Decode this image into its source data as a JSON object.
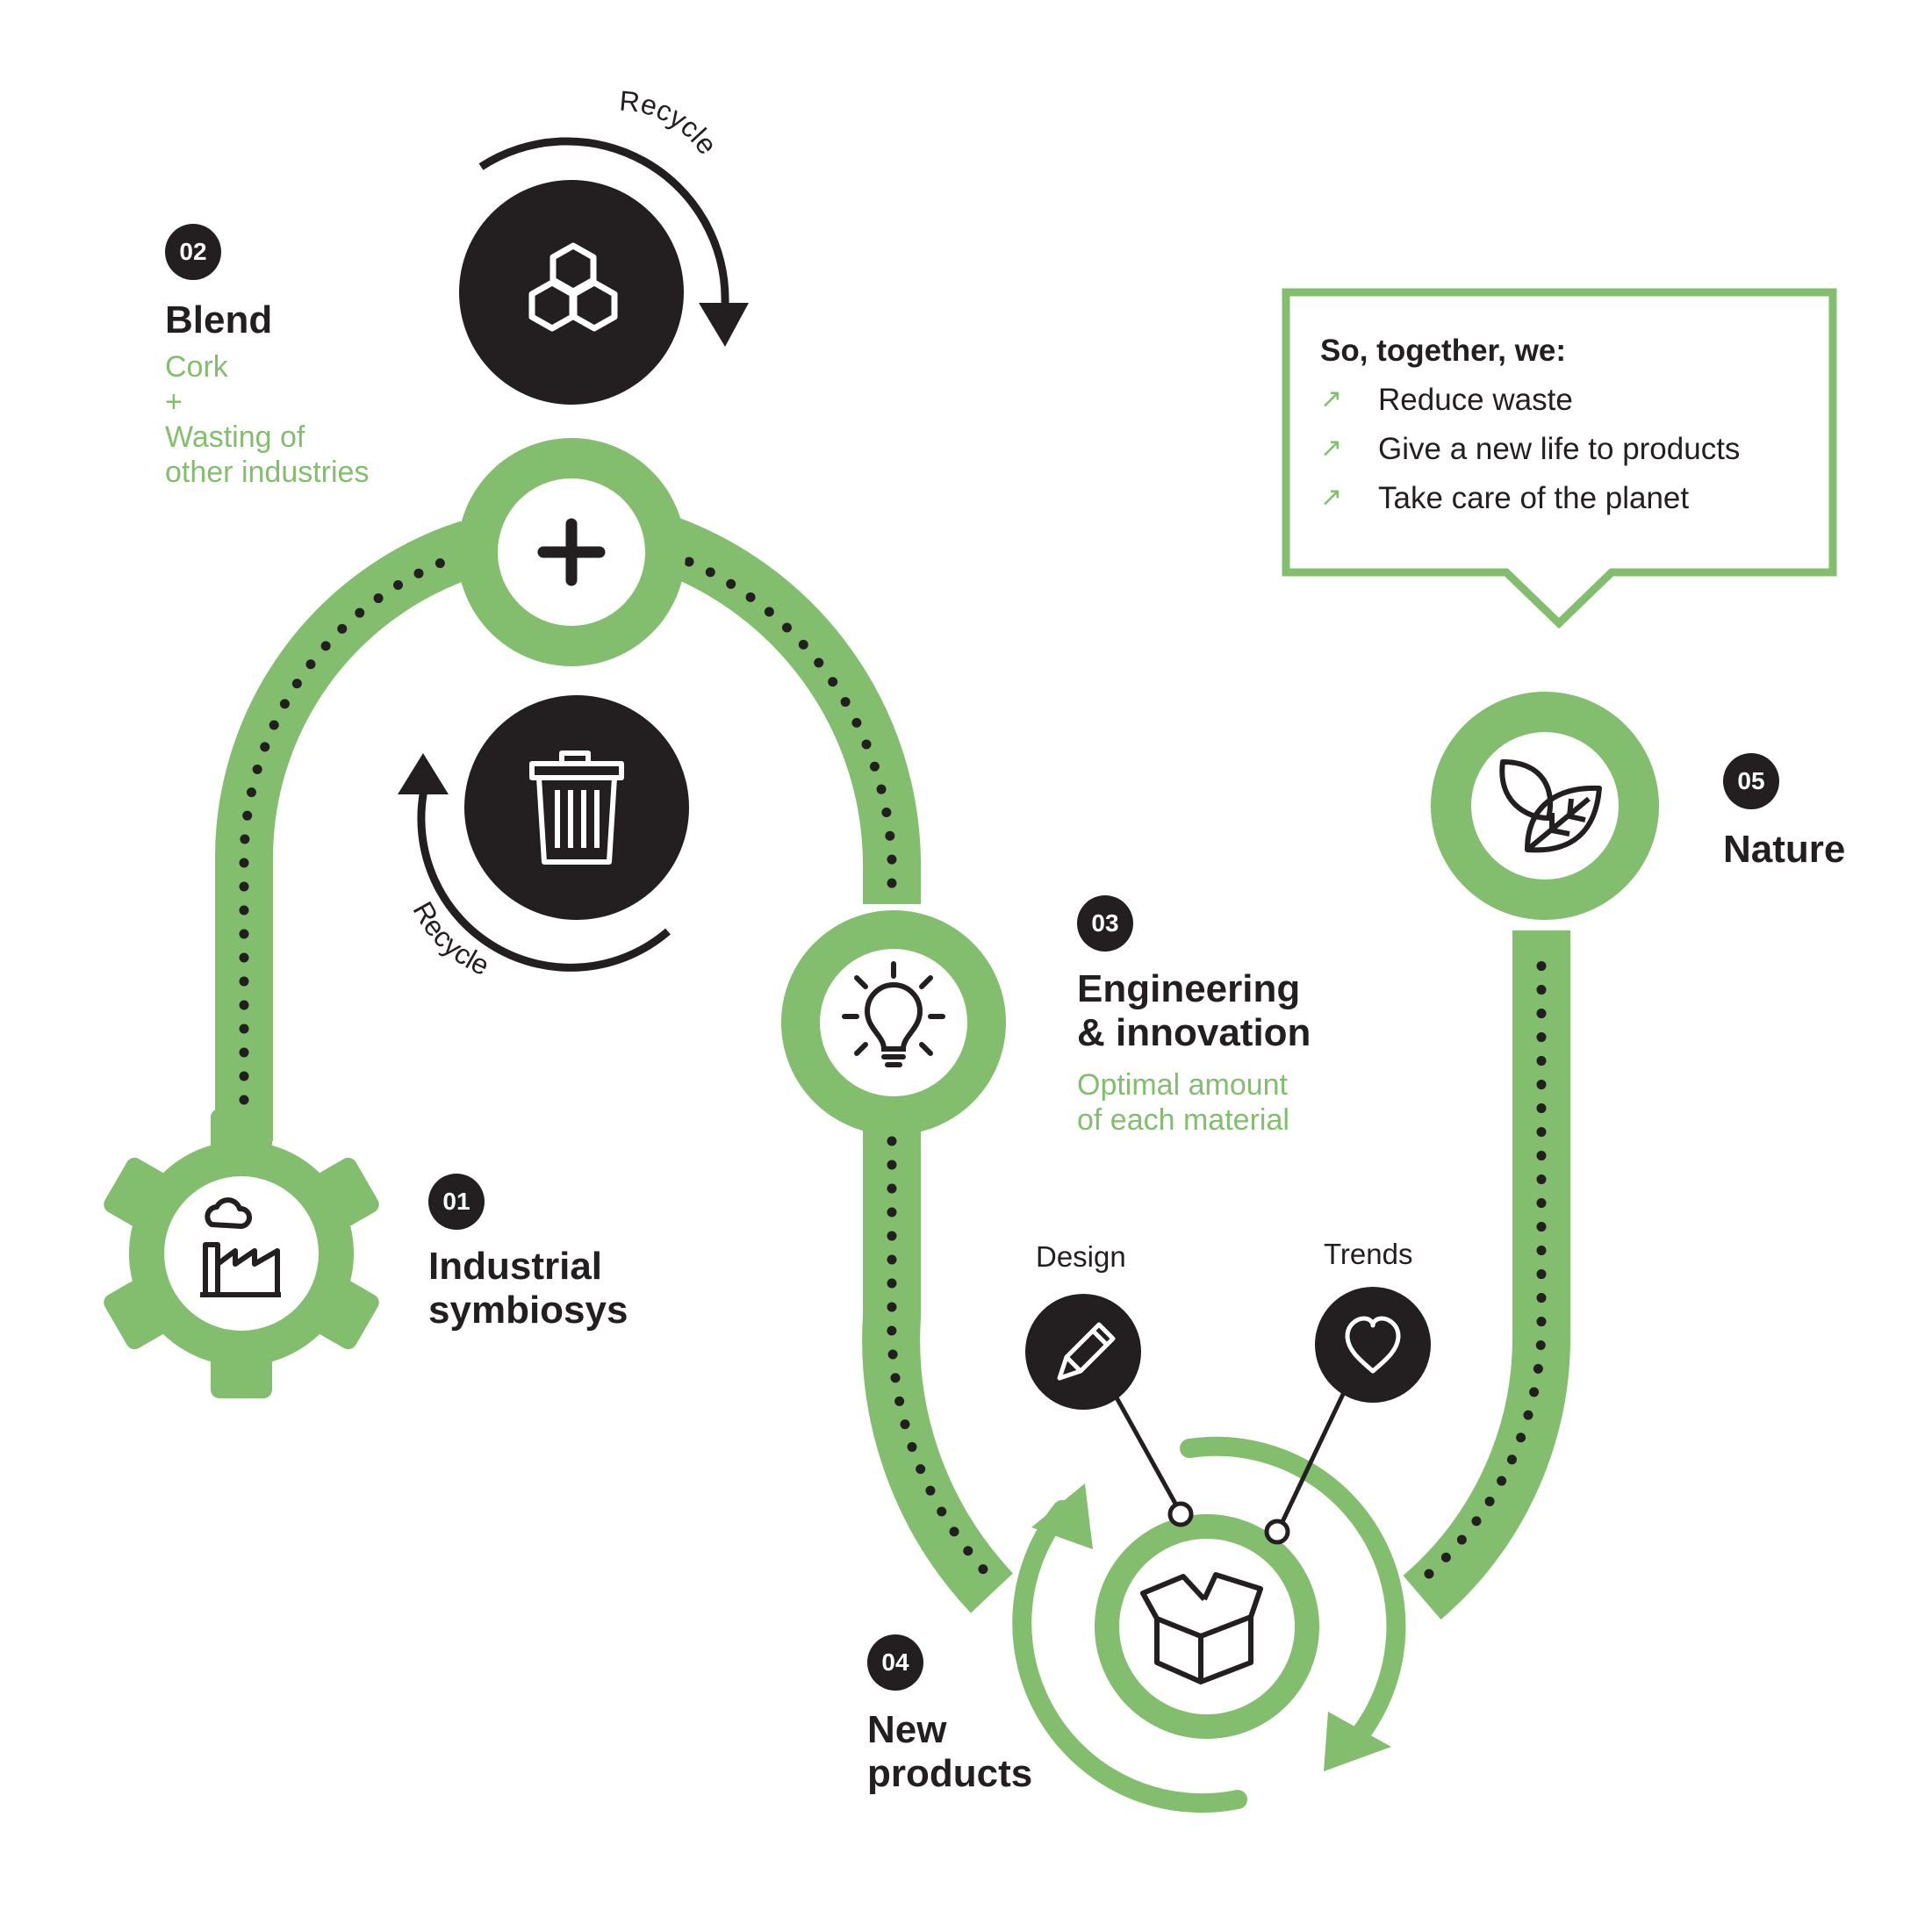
{
  "colors": {
    "accent": "#82be6e",
    "dark": "#231f20",
    "background": "#ffffff"
  },
  "steps": [
    {
      "number": "01",
      "title_lines": [
        "Industrial",
        "symbiosys"
      ],
      "icon": "factory-icon",
      "sub_lines": []
    },
    {
      "number": "02",
      "title_lines": [
        "Blend"
      ],
      "icon": "plus-icon",
      "sub_lines": [
        "Cork",
        "+",
        "Wasting of",
        "other industries"
      ]
    },
    {
      "number": "03",
      "title_lines": [
        "Engineering",
        "& innovation"
      ],
      "icon": "lightbulb-icon",
      "sub_lines": [
        "Optimal amount",
        "of each material"
      ]
    },
    {
      "number": "04",
      "title_lines": [
        "New",
        "products"
      ],
      "icon": "box-icon",
      "sub_lines": []
    },
    {
      "number": "05",
      "title_lines": [
        "Nature"
      ],
      "icon": "leaves-icon",
      "sub_lines": []
    }
  ],
  "recycle_labels": [
    "Recycle",
    "Recycle"
  ],
  "product_inputs": [
    {
      "label": "Design",
      "icon": "pencil-icon"
    },
    {
      "label": "Trends",
      "icon": "heart-icon"
    }
  ],
  "callout": {
    "title": "So, together, we:",
    "arrow_glyph": "↗",
    "items": [
      "Reduce waste",
      "Give a new life to products",
      "Take care of the planet"
    ]
  }
}
